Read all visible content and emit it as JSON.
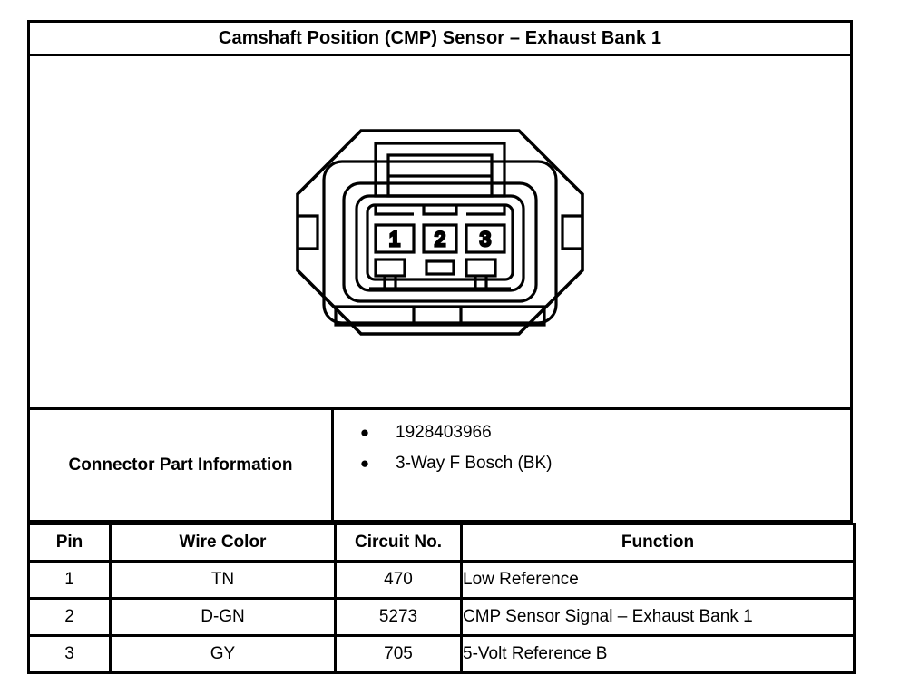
{
  "title": "Camshaft Position (CMP) Sensor – Exhaust Bank 1",
  "connector": {
    "type": "3-way-female-connector-face-view",
    "cavity_labels": [
      "1",
      "2",
      "3"
    ]
  },
  "part_info": {
    "label": "Connector Part Information",
    "bullet_glyph": "●",
    "items": [
      "1928403966",
      "3-Way F Bosch (BK)"
    ]
  },
  "pin_table": {
    "headers": {
      "pin": "Pin",
      "wire_color": "Wire Color",
      "circuit_no": "Circuit No.",
      "function": "Function"
    },
    "rows": [
      {
        "pin": "1",
        "wire_color": "TN",
        "circuit_no": "470",
        "function": "Low Reference"
      },
      {
        "pin": "2",
        "wire_color": "D-GN",
        "circuit_no": "5273",
        "function": "CMP Sensor Signal – Exhaust Bank 1"
      },
      {
        "pin": "3",
        "wire_color": "GY",
        "circuit_no": "705",
        "function": "5-Volt Reference B"
      }
    ]
  },
  "colors": {
    "ink": "#000000",
    "paper": "#ffffff"
  }
}
